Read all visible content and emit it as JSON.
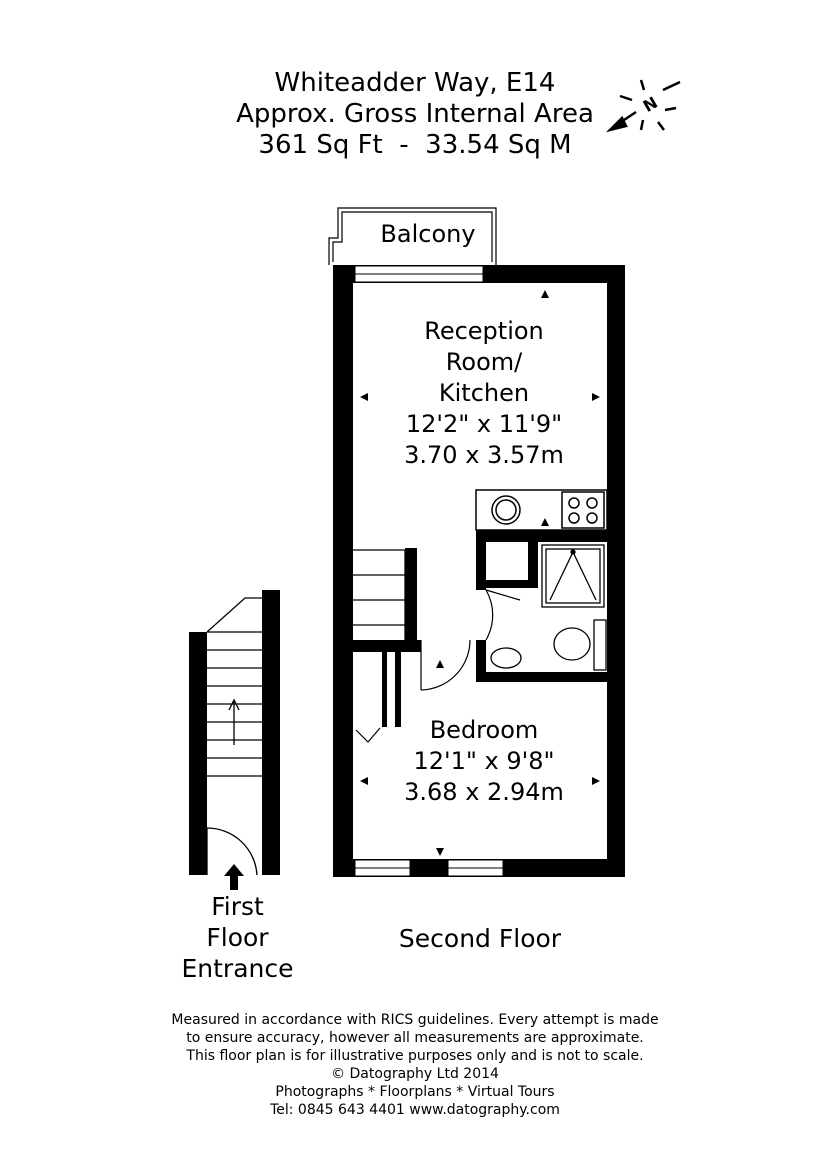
{
  "header": {
    "address": "Whiteadder Way, E14",
    "area_label": "Approx. Gross Internal Area",
    "area_value": "361 Sq Ft  -  33.54 Sq M"
  },
  "compass": {
    "label": "N"
  },
  "rooms": {
    "balcony": {
      "name": "Balcony"
    },
    "reception": {
      "name_line1": "Reception",
      "name_line2": "Room/",
      "name_line3": "Kitchen",
      "imperial": "12'2\" x 11'9\"",
      "metric": "3.70 x 3.57m"
    },
    "bedroom": {
      "name": "Bedroom",
      "imperial": "12'1\" x 9'8\"",
      "metric": "3.68 x 2.94m"
    }
  },
  "floors": {
    "first_line1": "First",
    "first_line2": "Floor",
    "first_line3": "Entrance",
    "second": "Second Floor"
  },
  "footer": {
    "line1": "Measured in accordance with RICS guidelines. Every attempt is made",
    "line2": "to ensure accuracy, however all measurements are approximate.",
    "line3": "This floor plan is for illustrative purposes only and is not to scale.",
    "line4": "© Datography Ltd 2014",
    "line5": "Photographs * Floorplans * Virtual Tours",
    "line6": "Tel: 0845 643 4401 www.datography.com"
  }
}
